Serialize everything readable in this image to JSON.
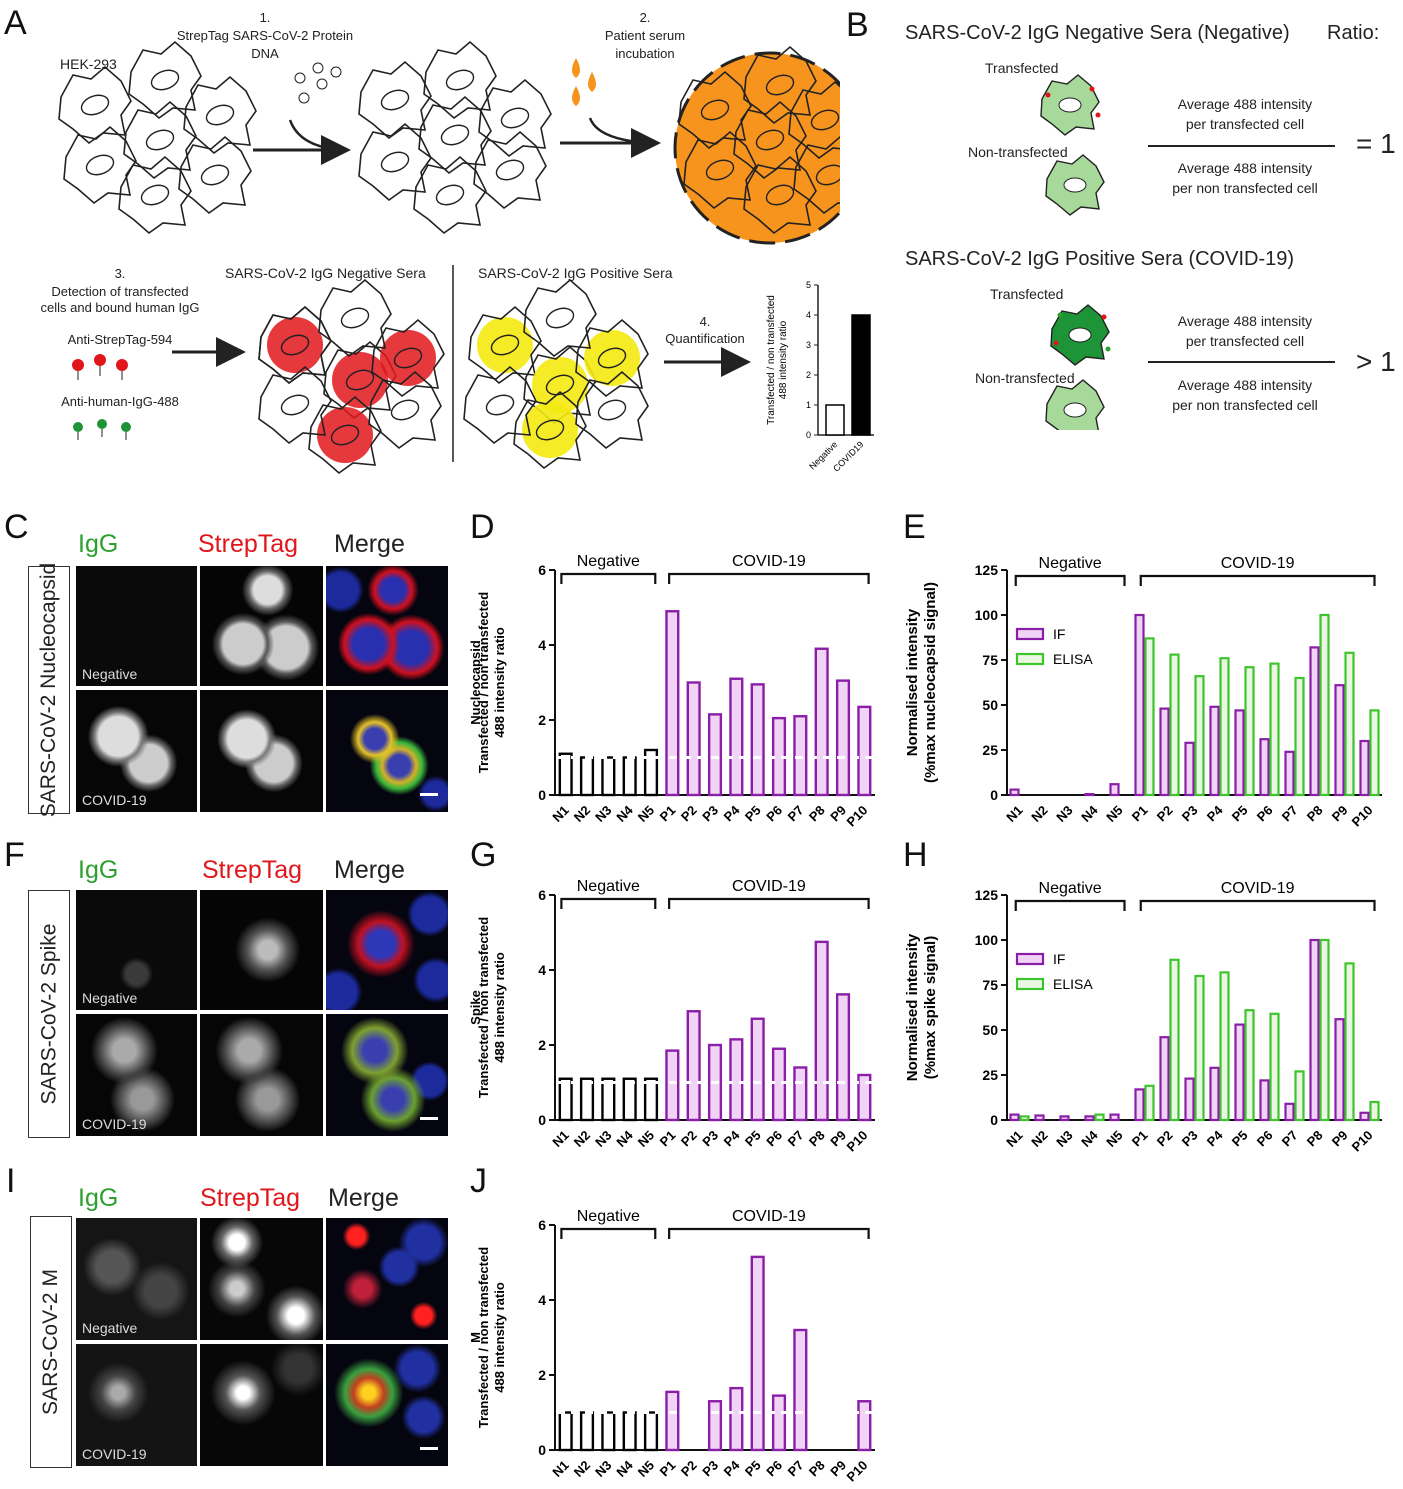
{
  "panel_letters": [
    "A",
    "B",
    "C",
    "D",
    "E",
    "F",
    "G",
    "H",
    "I",
    "J"
  ],
  "panelA": {
    "hek": "HEK-293",
    "step1_line1": "1.",
    "step1_line2": "StrepTag SARS-CoV-2 Protein",
    "step1_line3": "DNA",
    "step2_line1": "2.",
    "step2_line2": "Patient serum",
    "step2_line3": "incubation",
    "step3_line1": "3.",
    "step3_line2": "Detection of transfected",
    "step3_line3": "cells and bound human IgG",
    "anti_strep": "Anti-StrepTag-594",
    "anti_igg": "Anti-human-IgG-488",
    "neg_sera": "SARS-CoV-2 IgG Negative Sera",
    "pos_sera": "SARS-CoV-2 IgG Positive Sera",
    "step4_line1": "4.",
    "step4_line2": "Quantification",
    "mini_ylabel_1": "Transfected / non transfected",
    "mini_ylabel_2": "488 intensity ratio",
    "mini_cats": [
      "Negative",
      "COVID19"
    ],
    "mini_values": [
      1,
      4
    ],
    "mini_ticks": [
      "0",
      "1",
      "2",
      "3",
      "4",
      "5"
    ]
  },
  "panelB": {
    "neg_title": "SARS-CoV-2 IgG Negative Sera (Negative)",
    "ratio": "Ratio:",
    "transfected": "Transfected",
    "non_transfected": "Non-transfected",
    "num_1": "Average 488 intensity",
    "num_2": "per transfected cell",
    "den_1": "Average 488 intensity",
    "den_2": "per non transfected cell",
    "eq1": "= 1",
    "pos_title": "SARS-CoV-2 IgG Positive Sera (COVID-19)",
    "eq2": "> 1"
  },
  "micro": {
    "col_igg": "IgG",
    "col_strep": "StrepTag",
    "col_merge": "Merge",
    "neg": "Negative",
    "pos": "COVID-19",
    "row_C": "SARS-CoV-2 Nucleocapsid",
    "row_F": "SARS-CoV-2 Spike",
    "row_I": "SARS-CoV-2 M",
    "color_igg": "#2ca02c",
    "color_strep": "#e0161b"
  },
  "chart_data": [
    {
      "panel": "D",
      "type": "bar",
      "categories": [
        "N1",
        "N2",
        "N3",
        "N4",
        "N5",
        "P1",
        "P2",
        "P3",
        "P4",
        "P5",
        "P6",
        "P7",
        "P8",
        "P9",
        "P10"
      ],
      "values": [
        1.1,
        1.0,
        1.0,
        1.0,
        1.2,
        4.9,
        3.0,
        2.15,
        3.1,
        2.95,
        2.05,
        2.1,
        3.9,
        3.05,
        2.35
      ],
      "ylabel_1": "Nucleocapsid",
      "ylabel_2": "Transfected / non transfected",
      "ylabel_3": "488 intensity ratio",
      "ylim": [
        0,
        6
      ],
      "yticks": [
        "0",
        "2",
        "4",
        "6"
      ],
      "group_neg": "Negative",
      "group_pos": "COVID-19"
    },
    {
      "panel": "E",
      "type": "bar",
      "categories": [
        "N1",
        "N2",
        "N3",
        "N4",
        "N5",
        "P1",
        "P2",
        "P3",
        "P4",
        "P5",
        "P6",
        "P7",
        "P8",
        "P9",
        "P10"
      ],
      "series": [
        {
          "name": "IF",
          "values": [
            3,
            0,
            0,
            0.5,
            6,
            100,
            48,
            29,
            49,
            47,
            31,
            24,
            82,
            61,
            30
          ]
        },
        {
          "name": "ELISA",
          "values": [
            0,
            0,
            0,
            0,
            0,
            87,
            78,
            66,
            76,
            71,
            73,
            65,
            100,
            79,
            47
          ]
        }
      ],
      "ylabel_1": "Normalised intensity",
      "ylabel_2": "(%max nucleocapsid signal)",
      "ylim": [
        0,
        125
      ],
      "yticks": [
        "0",
        "25",
        "50",
        "75",
        "100",
        "125"
      ],
      "group_neg": "Negative",
      "group_pos": "COVID-19"
    },
    {
      "panel": "G",
      "type": "bar",
      "categories": [
        "N1",
        "N2",
        "N3",
        "N4",
        "N5",
        "P1",
        "P2",
        "P3",
        "P4",
        "P5",
        "P6",
        "P7",
        "P8",
        "P9",
        "P10"
      ],
      "values": [
        1.1,
        1.1,
        1.1,
        1.1,
        1.1,
        1.85,
        2.9,
        2.0,
        2.15,
        2.7,
        1.9,
        1.4,
        4.75,
        3.35,
        1.2
      ],
      "ylabel_1": "Spike",
      "ylabel_2": "Transfected / non transfected",
      "ylabel_3": "488 intensity ratio",
      "ylim": [
        0,
        6
      ],
      "yticks": [
        "0",
        "2",
        "4",
        "6"
      ],
      "group_neg": "Negative",
      "group_pos": "COVID-19"
    },
    {
      "panel": "H",
      "type": "bar",
      "categories": [
        "N1",
        "N2",
        "N3",
        "N4",
        "N5",
        "P1",
        "P2",
        "P3",
        "P4",
        "P5",
        "P6",
        "P7",
        "P8",
        "P9",
        "P10"
      ],
      "series": [
        {
          "name": "IF",
          "values": [
            3,
            2.5,
            2,
            2,
            3,
            17,
            46,
            23,
            29,
            53,
            22,
            9,
            100,
            56,
            4
          ]
        },
        {
          "name": "ELISA",
          "values": [
            2,
            0,
            0,
            3,
            0,
            19,
            89,
            80,
            82,
            61,
            59,
            27,
            100,
            87,
            10
          ]
        }
      ],
      "ylabel_1": "Normalised intensity",
      "ylabel_2": "(%max spike signal)",
      "ylim": [
        0,
        125
      ],
      "yticks": [
        "0",
        "25",
        "50",
        "75",
        "100",
        "125"
      ],
      "group_neg": "Negative",
      "group_pos": "COVID-19"
    },
    {
      "panel": "J",
      "type": "bar",
      "categories": [
        "N1",
        "N2",
        "N3",
        "N4",
        "N5",
        "P1",
        "P2",
        "P3",
        "P4",
        "P5",
        "P6",
        "P7",
        "P8",
        "P9",
        "P10"
      ],
      "values": [
        1.0,
        1.0,
        1.0,
        1.0,
        1.0,
        1.55,
        0,
        1.3,
        1.65,
        5.15,
        1.45,
        3.2,
        0,
        0,
        1.3
      ],
      "ylabel_1": "M",
      "ylabel_2": "Transfected / non transfected",
      "ylabel_3": "488 intensity ratio",
      "ylim": [
        0,
        6
      ],
      "yticks": [
        "0",
        "2",
        "4",
        "6"
      ],
      "group_neg": "Negative",
      "group_pos": "COVID-19"
    }
  ],
  "colors": {
    "purple": "#8a1ea8",
    "purple_fill": "#f1d3f5",
    "green": "#3ec42c",
    "orange": "#f7941d",
    "red_cell": "#e0161b",
    "yellow_cell": "#f4ea10",
    "light_green_cell": "#a6d99a",
    "dark_green_cell": "#1e9438"
  }
}
